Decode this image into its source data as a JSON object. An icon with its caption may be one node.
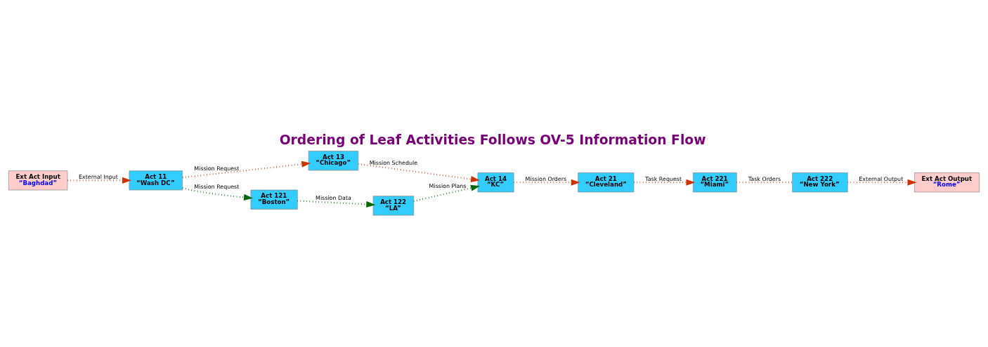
{
  "diagram": {
    "title": "Ordering of Leaf Activities Follows OV-5 Information Flow",
    "nodes": [
      {
        "text": [
          "Ext Act Input",
          "“Baghdad”"
        ]
      },
      {
        "text": [
          "Act 11",
          "“Wash DC”"
        ]
      },
      {
        "text": [
          "Act 13",
          "“Chicago”"
        ]
      },
      {
        "text": [
          "Act 14",
          "“KC”"
        ]
      },
      {
        "text": [
          "Act 21",
          "“Cleveland”"
        ]
      },
      {
        "text": [
          "Act 121",
          "“Boston”"
        ]
      },
      {
        "text": [
          "Act 122",
          "“LA”"
        ]
      },
      {
        "text": [
          "Act 221",
          "“Miami”"
        ]
      },
      {
        "text": [
          "Act 222",
          "“New York”"
        ]
      },
      {
        "text": [
          "Ext Act Output",
          "“Rome”"
        ]
      }
    ],
    "edges": [
      {
        "from": 0,
        "to": 1,
        "arrow": "to",
        "label": "External Input"
      },
      {
        "from": 1,
        "to": 2,
        "arrow": "to",
        "label": "Mission Request"
      },
      {
        "from": 2,
        "to": 3,
        "arrow": "to",
        "label": "Mission Schedule"
      },
      {
        "from": 3,
        "to": 4,
        "arrow": "to",
        "label": "Mission Orders"
      },
      {
        "from": 4,
        "to": 7,
        "arrow": "to",
        "label": "Task Request"
      },
      {
        "from": 7,
        "to": 8,
        "arrow": "none",
        "label": "Task Orders"
      },
      {
        "from": 8,
        "to": 9,
        "arrow": "to",
        "label": "External Output"
      },
      {
        "from": 1,
        "to": 5,
        "arrow": "to",
        "label": "Mission Request",
        "color": "#006600"
      },
      {
        "from": 5,
        "to": 6,
        "arrow": "to",
        "label": "Mission Data",
        "color": "#006600"
      },
      {
        "from": 6,
        "to": 3,
        "arrow": "to",
        "label": "Mission Plans",
        "color": "#006600"
      }
    ]
  }
}
